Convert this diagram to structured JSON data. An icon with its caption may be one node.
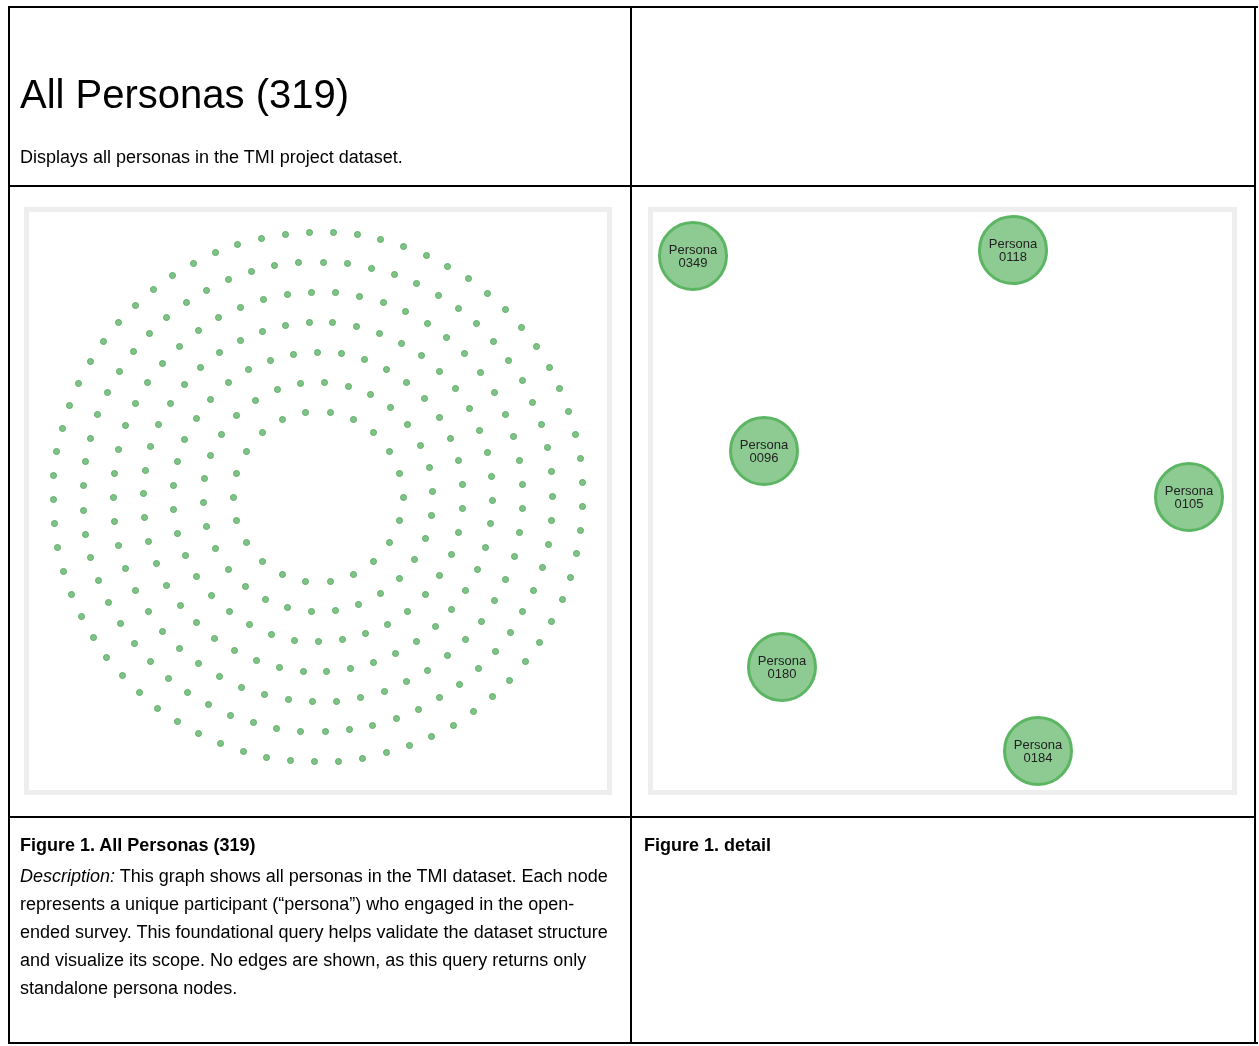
{
  "diagram": {
    "title": "All Personas (319)",
    "nodes": [
      {
        "text": [],
        "shape": "circle"
      },
      {
        "text": [],
        "shape": "circle"
      },
      {
        "text": [],
        "shape": "circle"
      },
      {
        "text": [],
        "shape": "circle"
      },
      {
        "text": [],
        "shape": "circle"
      },
      {
        "text": [],
        "shape": "circle"
      },
      {
        "text": [],
        "shape": "circle"
      },
      {
        "text": [],
        "shape": "circle"
      },
      {
        "text": [],
        "shape": "circle"
      },
      {
        "text": [],
        "shape": "circle"
      },
      {
        "text": [],
        "shape": "circle"
      },
      {
        "text": [],
        "shape": "circle"
      },
      {
        "text": [],
        "shape": "circle"
      },
      {
        "text": [],
        "shape": "circle"
      },
      {
        "text": [],
        "shape": "circle"
      },
      {
        "text": [],
        "shape": "circle"
      },
      {
        "text": [],
        "shape": "circle"
      },
      {
        "text": [],
        "shape": "circle"
      },
      {
        "text": [],
        "shape": "circle"
      },
      {
        "text": [],
        "shape": "circle"
      },
      {
        "text": [],
        "shape": "circle"
      },
      {
        "text": [],
        "shape": "circle"
      },
      {
        "text": [],
        "shape": "circle"
      },
      {
        "text": [],
        "shape": "circle"
      },
      {
        "text": [],
        "shape": "circle"
      },
      {
        "text": [],
        "shape": "circle"
      },
      {
        "text": [],
        "shape": "circle"
      },
      {
        "text": [],
        "shape": "circle"
      },
      {
        "text": [],
        "shape": "circle"
      },
      {
        "text": [],
        "shape": "circle"
      },
      {
        "text": [],
        "shape": "circle"
      },
      {
        "text": [],
        "shape": "circle"
      },
      {
        "text": [],
        "shape": "circle"
      },
      {
        "text": [],
        "shape": "circle"
      },
      {
        "text": [],
        "shape": "circle"
      },
      {
        "text": [],
        "shape": "circle"
      },
      {
        "text": [],
        "shape": "circle"
      },
      {
        "text": [],
        "shape": "circle"
      },
      {
        "text": [],
        "shape": "circle"
      },
      {
        "text": [],
        "shape": "circle"
      },
      {
        "text": [],
        "shape": "circle"
      },
      {
        "text": [],
        "shape": "circle"
      },
      {
        "text": [],
        "shape": "circle"
      },
      {
        "text": [],
        "shape": "circle"
      },
      {
        "text": [],
        "shape": "circle"
      },
      {
        "text": [],
        "shape": "circle"
      },
      {
        "text": [],
        "shape": "circle"
      },
      {
        "text": [],
        "shape": "circle"
      },
      {
        "text": [],
        "shape": "circle"
      },
      {
        "text": [],
        "shape": "circle"
      },
      {
        "text": [],
        "shape": "circle"
      },
      {
        "text": [],
        "shape": "circle"
      },
      {
        "text": [],
        "shape": "circle"
      },
      {
        "text": [],
        "shape": "circle"
      },
      {
        "text": [],
        "shape": "circle"
      },
      {
        "text": [],
        "shape": "circle"
      },
      {
        "text": [],
        "shape": "circle"
      },
      {
        "text": [],
        "shape": "circle"
      },
      {
        "text": [],
        "shape": "circle"
      },
      {
        "text": [],
        "shape": "circle"
      },
      {
        "text": [],
        "shape": "circle"
      },
      {
        "text": [],
        "shape": "circle"
      },
      {
        "text": [],
        "shape": "circle"
      },
      {
        "text": [],
        "shape": "circle"
      },
      {
        "text": [],
        "shape": "circle"
      },
      {
        "text": [],
        "shape": "circle"
      },
      {
        "text": [],
        "shape": "circle"
      },
      {
        "text": [],
        "shape": "circle"
      },
      {
        "text": [],
        "shape": "circle"
      },
      {
        "text": [],
        "shape": "circle"
      },
      {
        "text": [],
        "shape": "circle"
      },
      {
        "text": [],
        "shape": "circle"
      },
      {
        "text": [],
        "shape": "circle"
      },
      {
        "text": [],
        "shape": "circle"
      },
      {
        "text": [],
        "shape": "circle"
      },
      {
        "text": [],
        "shape": "circle"
      },
      {
        "text": [],
        "shape": "circle"
      },
      {
        "text": [],
        "shape": "circle"
      },
      {
        "text": [],
        "shape": "circle"
      },
      {
        "text": [],
        "shape": "circle"
      },
      {
        "text": [],
        "shape": "circle"
      },
      {
        "text": [],
        "shape": "circle"
      },
      {
        "text": [],
        "shape": "circle"
      },
      {
        "text": [],
        "shape": "circle"
      },
      {
        "text": [],
        "shape": "circle"
      },
      {
        "text": [],
        "shape": "circle"
      },
      {
        "text": [],
        "shape": "circle"
      },
      {
        "text": [],
        "shape": "circle"
      },
      {
        "text": [],
        "shape": "circle"
      },
      {
        "text": [],
        "shape": "circle"
      },
      {
        "text": [],
        "shape": "circle"
      },
      {
        "text": [],
        "shape": "circle"
      },
      {
        "text": [],
        "shape": "circle"
      },
      {
        "text": [],
        "shape": "circle"
      },
      {
        "text": [],
        "shape": "circle"
      },
      {
        "text": [],
        "shape": "circle"
      },
      {
        "text": [],
        "shape": "circle"
      },
      {
        "text": [],
        "shape": "circle"
      },
      {
        "text": [],
        "shape": "circle"
      },
      {
        "text": [],
        "shape": "circle"
      },
      {
        "text": [],
        "shape": "circle"
      },
      {
        "text": [],
        "shape": "circle"
      },
      {
        "text": [],
        "shape": "circle"
      },
      {
        "text": [],
        "shape": "circle"
      },
      {
        "text": [],
        "shape": "circle"
      },
      {
        "text": [],
        "shape": "circle"
      },
      {
        "text": [],
        "shape": "circle"
      },
      {
        "text": [],
        "shape": "circle"
      },
      {
        "text": [],
        "shape": "circle"
      },
      {
        "text": [],
        "shape": "circle"
      },
      {
        "text": [],
        "shape": "circle"
      },
      {
        "text": [],
        "shape": "circle"
      },
      {
        "text": [],
        "shape": "circle"
      },
      {
        "text": [],
        "shape": "circle"
      },
      {
        "text": [],
        "shape": "circle"
      },
      {
        "text": [],
        "shape": "circle"
      },
      {
        "text": [],
        "shape": "circle"
      },
      {
        "text": [],
        "shape": "circle"
      },
      {
        "text": [],
        "shape": "circle"
      },
      {
        "text": [],
        "shape": "circle"
      },
      {
        "text": [],
        "shape": "circle"
      },
      {
        "text": [],
        "shape": "circle"
      },
      {
        "text": [],
        "shape": "circle"
      },
      {
        "text": [],
        "shape": "circle"
      },
      {
        "text": [],
        "shape": "circle"
      },
      {
        "text": [],
        "shape": "circle"
      },
      {
        "text": [],
        "shape": "circle"
      },
      {
        "text": [],
        "shape": "circle"
      },
      {
        "text": [],
        "shape": "circle"
      },
      {
        "text": [],
        "shape": "circle"
      },
      {
        "text": [],
        "shape": "circle"
      },
      {
        "text": [],
        "shape": "circle"
      },
      {
        "text": [],
        "shape": "circle"
      },
      {
        "text": [],
        "shape": "circle"
      },
      {
        "text": [],
        "shape": "circle"
      },
      {
        "text": [],
        "shape": "circle"
      },
      {
        "text": [],
        "shape": "circle"
      },
      {
        "text": [],
        "shape": "circle"
      },
      {
        "text": [],
        "shape": "circle"
      },
      {
        "text": [],
        "shape": "circle"
      },
      {
        "text": [],
        "shape": "circle"
      },
      {
        "text": [],
        "shape": "circle"
      },
      {
        "text": [],
        "shape": "circle"
      },
      {
        "text": [],
        "shape": "circle"
      },
      {
        "text": [],
        "shape": "circle"
      },
      {
        "text": [],
        "shape": "circle"
      },
      {
        "text": [],
        "shape": "circle"
      },
      {
        "text": [],
        "shape": "circle"
      },
      {
        "text": [],
        "shape": "circle"
      },
      {
        "text": [],
        "shape": "circle"
      },
      {
        "text": [],
        "shape": "circle"
      },
      {
        "text": [],
        "shape": "circle"
      },
      {
        "text": [],
        "shape": "circle"
      },
      {
        "text": [],
        "shape": "circle"
      },
      {
        "text": [],
        "shape": "circle"
      },
      {
        "text": [],
        "shape": "circle"
      },
      {
        "text": [],
        "shape": "circle"
      },
      {
        "text": [],
        "shape": "circle"
      },
      {
        "text": [],
        "shape": "circle"
      },
      {
        "text": [],
        "shape": "circle"
      },
      {
        "text": [],
        "shape": "circle"
      },
      {
        "text": [],
        "shape": "circle"
      },
      {
        "text": [],
        "shape": "circle"
      },
      {
        "text": [],
        "shape": "circle"
      },
      {
        "text": [],
        "shape": "circle"
      },
      {
        "text": [],
        "shape": "circle"
      },
      {
        "text": [],
        "shape": "circle"
      },
      {
        "text": [],
        "shape": "circle"
      },
      {
        "text": [],
        "shape": "circle"
      },
      {
        "text": [],
        "shape": "circle"
      },
      {
        "text": [],
        "shape": "circle"
      },
      {
        "text": [],
        "shape": "circle"
      },
      {
        "text": [],
        "shape": "circle"
      },
      {
        "text": [],
        "shape": "circle"
      },
      {
        "text": [],
        "shape": "circle"
      },
      {
        "text": [],
        "shape": "circle"
      },
      {
        "text": [],
        "shape": "circle"
      },
      {
        "text": [],
        "shape": "circle"
      },
      {
        "text": [],
        "shape": "circle"
      },
      {
        "text": [],
        "shape": "circle"
      },
      {
        "text": [],
        "shape": "circle"
      },
      {
        "text": [],
        "shape": "circle"
      },
      {
        "text": [],
        "shape": "circle"
      },
      {
        "text": [],
        "shape": "circle"
      },
      {
        "text": [],
        "shape": "circle"
      },
      {
        "text": [],
        "shape": "circle"
      },
      {
        "text": [],
        "shape": "circle"
      },
      {
        "text": [],
        "shape": "circle"
      },
      {
        "text": [],
        "shape": "circle"
      },
      {
        "text": [],
        "shape": "circle"
      },
      {
        "text": [],
        "shape": "circle"
      },
      {
        "text": [],
        "shape": "circle"
      },
      {
        "text": [],
        "shape": "circle"
      },
      {
        "text": [],
        "shape": "circle"
      },
      {
        "text": [],
        "shape": "circle"
      },
      {
        "text": [],
        "shape": "circle"
      },
      {
        "text": [],
        "shape": "circle"
      },
      {
        "text": [],
        "shape": "circle"
      },
      {
        "text": [],
        "shape": "circle"
      },
      {
        "text": [],
        "shape": "circle"
      },
      {
        "text": [],
        "shape": "circle"
      },
      {
        "text": [],
        "shape": "circle"
      },
      {
        "text": [],
        "shape": "circle"
      },
      {
        "text": [],
        "shape": "circle"
      },
      {
        "text": [],
        "shape": "circle"
      },
      {
        "text": [],
        "shape": "circle"
      },
      {
        "text": [],
        "shape": "circle"
      },
      {
        "text": [],
        "shape": "circle"
      },
      {
        "text": [],
        "shape": "circle"
      },
      {
        "text": [],
        "shape": "circle"
      },
      {
        "text": [],
        "shape": "circle"
      },
      {
        "text": [],
        "shape": "circle"
      },
      {
        "text": [],
        "shape": "circle"
      },
      {
        "text": [],
        "shape": "circle"
      },
      {
        "text": [],
        "shape": "circle"
      },
      {
        "text": [],
        "shape": "circle"
      },
      {
        "text": [],
        "shape": "circle"
      },
      {
        "text": [],
        "shape": "circle"
      },
      {
        "text": [],
        "shape": "circle"
      },
      {
        "text": [],
        "shape": "circle"
      },
      {
        "text": [],
        "shape": "circle"
      },
      {
        "text": [],
        "shape": "circle"
      },
      {
        "text": [],
        "shape": "circle"
      },
      {
        "text": [],
        "shape": "circle"
      },
      {
        "text": [],
        "shape": "circle"
      },
      {
        "text": [],
        "shape": "circle"
      },
      {
        "text": [],
        "shape": "circle"
      },
      {
        "text": [],
        "shape": "circle"
      },
      {
        "text": [],
        "shape": "circle"
      },
      {
        "text": [],
        "shape": "circle"
      },
      {
        "text": [],
        "shape": "circle"
      },
      {
        "text": [],
        "shape": "circle"
      },
      {
        "text": [],
        "shape": "circle"
      },
      {
        "text": [],
        "shape": "circle"
      },
      {
        "text": [],
        "shape": "circle"
      },
      {
        "text": [],
        "shape": "circle"
      },
      {
        "text": [],
        "shape": "circle"
      },
      {
        "text": [],
        "shape": "circle"
      },
      {
        "text": [],
        "shape": "circle"
      },
      {
        "text": [],
        "shape": "circle"
      },
      {
        "text": [],
        "shape": "circle"
      },
      {
        "text": [],
        "shape": "circle"
      },
      {
        "text": [],
        "shape": "circle"
      },
      {
        "text": [],
        "shape": "circle"
      },
      {
        "text": [],
        "shape": "circle"
      },
      {
        "text": [],
        "shape": "circle"
      },
      {
        "text": [],
        "shape": "circle"
      },
      {
        "text": [],
        "shape": "circle"
      },
      {
        "text": [],
        "shape": "circle"
      },
      {
        "text": [],
        "shape": "circle"
      },
      {
        "text": [],
        "shape": "circle"
      },
      {
        "text": [],
        "shape": "circle"
      },
      {
        "text": [],
        "shape": "circle"
      },
      {
        "text": [],
        "shape": "circle"
      },
      {
        "text": [],
        "shape": "circle"
      },
      {
        "text": [],
        "shape": "circle"
      },
      {
        "text": [],
        "shape": "circle"
      },
      {
        "text": [],
        "shape": "circle"
      },
      {
        "text": [],
        "shape": "circle"
      },
      {
        "text": [],
        "shape": "circle"
      },
      {
        "text": [],
        "shape": "circle"
      },
      {
        "text": [],
        "shape": "circle"
      },
      {
        "text": [],
        "shape": "circle"
      },
      {
        "text": [],
        "shape": "circle"
      },
      {
        "text": [],
        "shape": "circle"
      },
      {
        "text": [],
        "shape": "circle"
      },
      {
        "text": [],
        "shape": "circle"
      },
      {
        "text": [],
        "shape": "circle"
      },
      {
        "text": [],
        "shape": "circle"
      },
      {
        "text": [],
        "shape": "circle"
      },
      {
        "text": [],
        "shape": "circle"
      },
      {
        "text": [],
        "shape": "circle"
      },
      {
        "text": [],
        "shape": "circle"
      },
      {
        "text": [],
        "shape": "circle"
      },
      {
        "text": [],
        "shape": "circle"
      },
      {
        "text": [],
        "shape": "circle"
      },
      {
        "text": [],
        "shape": "circle"
      },
      {
        "text": [],
        "shape": "circle"
      },
      {
        "text": [],
        "shape": "circle"
      },
      {
        "text": [],
        "shape": "circle"
      },
      {
        "text": [],
        "shape": "circle"
      },
      {
        "text": [],
        "shape": "circle"
      },
      {
        "text": [],
        "shape": "circle"
      },
      {
        "text": [],
        "shape": "circle"
      },
      {
        "text": [],
        "shape": "circle"
      },
      {
        "text": [],
        "shape": "circle"
      },
      {
        "text": [],
        "shape": "circle"
      },
      {
        "text": [],
        "shape": "circle"
      },
      {
        "text": [],
        "shape": "circle"
      },
      {
        "text": [],
        "shape": "circle"
      },
      {
        "text": [],
        "shape": "circle"
      },
      {
        "text": [],
        "shape": "circle"
      },
      {
        "text": [],
        "shape": "circle"
      },
      {
        "text": [],
        "shape": "circle"
      },
      {
        "text": [],
        "shape": "circle"
      },
      {
        "text": [],
        "shape": "circle"
      },
      {
        "text": [],
        "shape": "circle"
      },
      {
        "text": [],
        "shape": "circle"
      },
      {
        "text": [],
        "shape": "circle"
      },
      {
        "text": [],
        "shape": "circle"
      },
      {
        "text": [],
        "shape": "circle"
      },
      {
        "text": [],
        "shape": "circle"
      },
      {
        "text": [],
        "shape": "circle"
      },
      {
        "text": [],
        "shape": "circle"
      },
      {
        "text": [],
        "shape": "circle"
      },
      {
        "text": [],
        "shape": "circle"
      },
      {
        "text": [],
        "shape": "circle"
      },
      {
        "text": [],
        "shape": "circle"
      },
      {
        "text": [],
        "shape": "circle"
      },
      {
        "text": [],
        "shape": "circle"
      },
      {
        "text": [],
        "shape": "circle"
      },
      {
        "text": [],
        "shape": "circle"
      },
      {
        "text": [],
        "shape": "circle"
      },
      {
        "text": [],
        "shape": "circle"
      },
      {
        "text": [],
        "shape": "circle"
      },
      {
        "text": [],
        "shape": "circle"
      },
      {
        "text": [],
        "shape": "circle"
      },
      {
        "text": [],
        "shape": "circle"
      },
      {
        "text": [],
        "shape": "circle"
      },
      {
        "text": [
          "Persona 0118"
        ]
      },
      {
        "text": [
          "Persona 0349"
        ]
      },
      {
        "text": [
          "Persona 0096"
        ]
      },
      {
        "text": [
          "Persona 0105"
        ]
      },
      {
        "text": [
          "Persona 0180"
        ]
      },
      {
        "text": [
          "Persona 0184"
        ]
      }
    ],
    "labels": [
      "Displays all personas in the TMI project dataset.",
      "Figure 1. All Personas (319)",
      "*Description:* This graph shows all personas in the TMI dataset. Each node represents a unique participant (“persona”) who engaged in the open-ended survey. This foundational query helps validate the dataset structure and visualize its scope. No edges are shown, as this query returns only standalone persona nodes.",
      "Figure 1. detail"
    ]
  }
}
